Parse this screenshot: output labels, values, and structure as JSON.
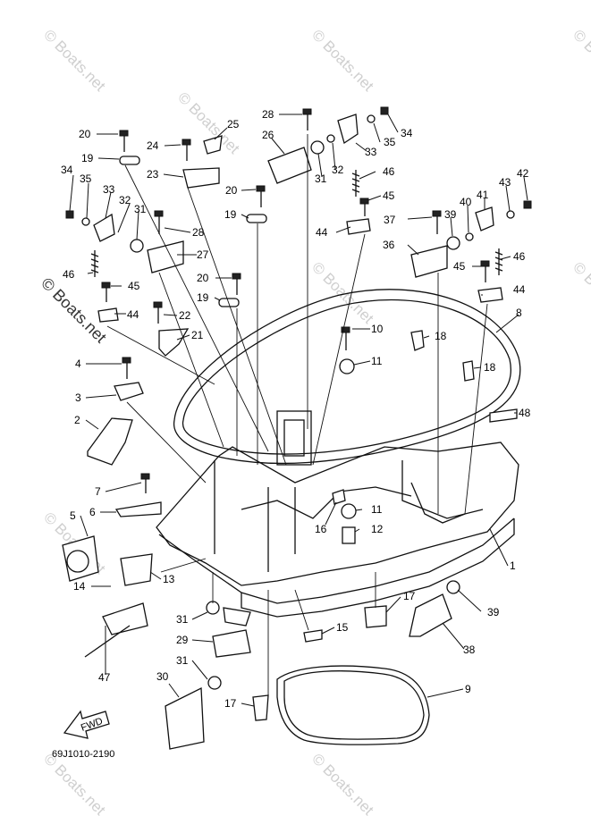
{
  "diagram_code": "69J1010-2190",
  "fwd_label": "FWD",
  "watermarks": [
    "© Boats.net",
    "© Boats.net",
    "© Boats.net",
    "© Boats.net",
    "© Boats.net",
    "© Boats.net",
    "© Boats.net",
    "© Boats.net",
    "© Boats.net"
  ],
  "callouts": [
    "1",
    "2",
    "3",
    "4",
    "5",
    "6",
    "7",
    "8",
    "9",
    "10",
    "11",
    "11",
    "12",
    "13",
    "14",
    "15",
    "16",
    "17",
    "17",
    "18",
    "18",
    "19",
    "19",
    "19",
    "20",
    "20",
    "20",
    "21",
    "22",
    "23",
    "24",
    "25",
    "26",
    "27",
    "28",
    "28",
    "29",
    "30",
    "31",
    "31",
    "31",
    "31",
    "32",
    "32",
    "33",
    "33",
    "34",
    "34",
    "35",
    "35",
    "36",
    "37",
    "38",
    "39",
    "39",
    "40",
    "41",
    "42",
    "43",
    "44",
    "44",
    "44",
    "45",
    "45",
    "45",
    "46",
    "46",
    "46",
    "47",
    "48"
  ]
}
